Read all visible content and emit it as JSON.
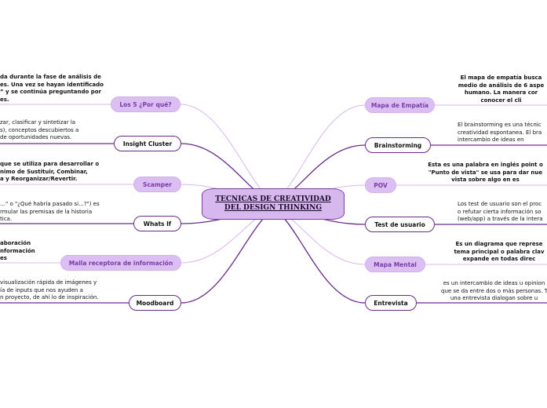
{
  "title": "TECNICAS DE CREATIVIDAD DEL DESIGN THINKING",
  "colors": {
    "light": "#dbbff2",
    "dark_line": "#6a2a8a",
    "light_line": "#d8b8ee"
  },
  "left_nodes": [
    {
      "id": "los5",
      "label": "Los 5 ¿Por qué?",
      "style": "light",
      "desc": [
        "da durante la fase de análisis de",
        "es. Una vez se hayan identificado",
        "” y se continúa preguntando por",
        "es."
      ],
      "desc_bold": true
    },
    {
      "id": "insight",
      "label": "Insight Cluster",
      "style": "dark",
      "desc": [
        "zar, clasificar y sintetizar la",
        "s), conceptos descubiertos a",
        "de oportunidades nuevas."
      ],
      "desc_bold": false
    },
    {
      "id": "scamper",
      "label": "Scamper",
      "style": "light",
      "desc": [
        "que se utiliza para desarrollar o",
        "nimo de Sustituir, Combinar,",
        "a y Reorganizar/Revertir."
      ],
      "desc_bold": true
    },
    {
      "id": "whatsif",
      "label": "Whats If",
      "style": "dark",
      "desc": [
        "…\" o \"¿Qué habría pasado si...?\") es",
        "rmular las premisas de la historia",
        "tica."
      ],
      "desc_bold": false
    },
    {
      "id": "malla",
      "label": "Malla receptora de información",
      "style": "light",
      "desc": [
        "aboración",
        "nformación",
        "es"
      ],
      "desc_bold": true
    },
    {
      "id": "moodboard",
      "label": "Moodboard",
      "style": "dark",
      "desc": [
        "visualización rápida de imágenes y",
        "ía de inputs que nos ayuden a",
        "n proyecto, de ahí lo de inspiración."
      ],
      "desc_bold": false
    }
  ],
  "right_nodes": [
    {
      "id": "empatia",
      "label": "Mapa de Empatía",
      "style": "light",
      "desc": [
        "El mapa de empatía busca",
        "medio de análisis de 6 aspe",
        "humano. La manera cor",
        "conocer el cli"
      ],
      "desc_bold": true
    },
    {
      "id": "brainstorming",
      "label": "Brainstorming",
      "style": "dark",
      "desc": [
        "El brainstorming es una técnic",
        "creatividad espontanea. El bra",
        "intercambio de ideas en"
      ],
      "desc_bold": false
    },
    {
      "id": "pov",
      "label": "POV",
      "style": "light",
      "desc": [
        "Esta es una palabra en inglés point o",
        "\"Punto de vista\" se usa para dar nue",
        "vista sobre algo en es"
      ],
      "desc_bold": true
    },
    {
      "id": "testusuario",
      "label": "Test de usuario",
      "style": "dark",
      "desc": [
        "Los test de usuario son el proc",
        "o refutar cierta información so",
        "(web/app) a través de la intera"
      ],
      "desc_bold": false
    },
    {
      "id": "mapamental",
      "label": "Mapa Mental",
      "style": "light",
      "desc": [
        "Es un diagrama que represe",
        "tema principal o palabra clav",
        "expande en todas direc"
      ],
      "desc_bold": true
    },
    {
      "id": "entrevista",
      "label": "Entrevista",
      "style": "dark",
      "desc": [
        "es un intercambio de ideas u opinion",
        "que se da entre dos o más personas. T",
        "una entrevista dialogan sobre u"
      ],
      "desc_bold": false
    }
  ]
}
